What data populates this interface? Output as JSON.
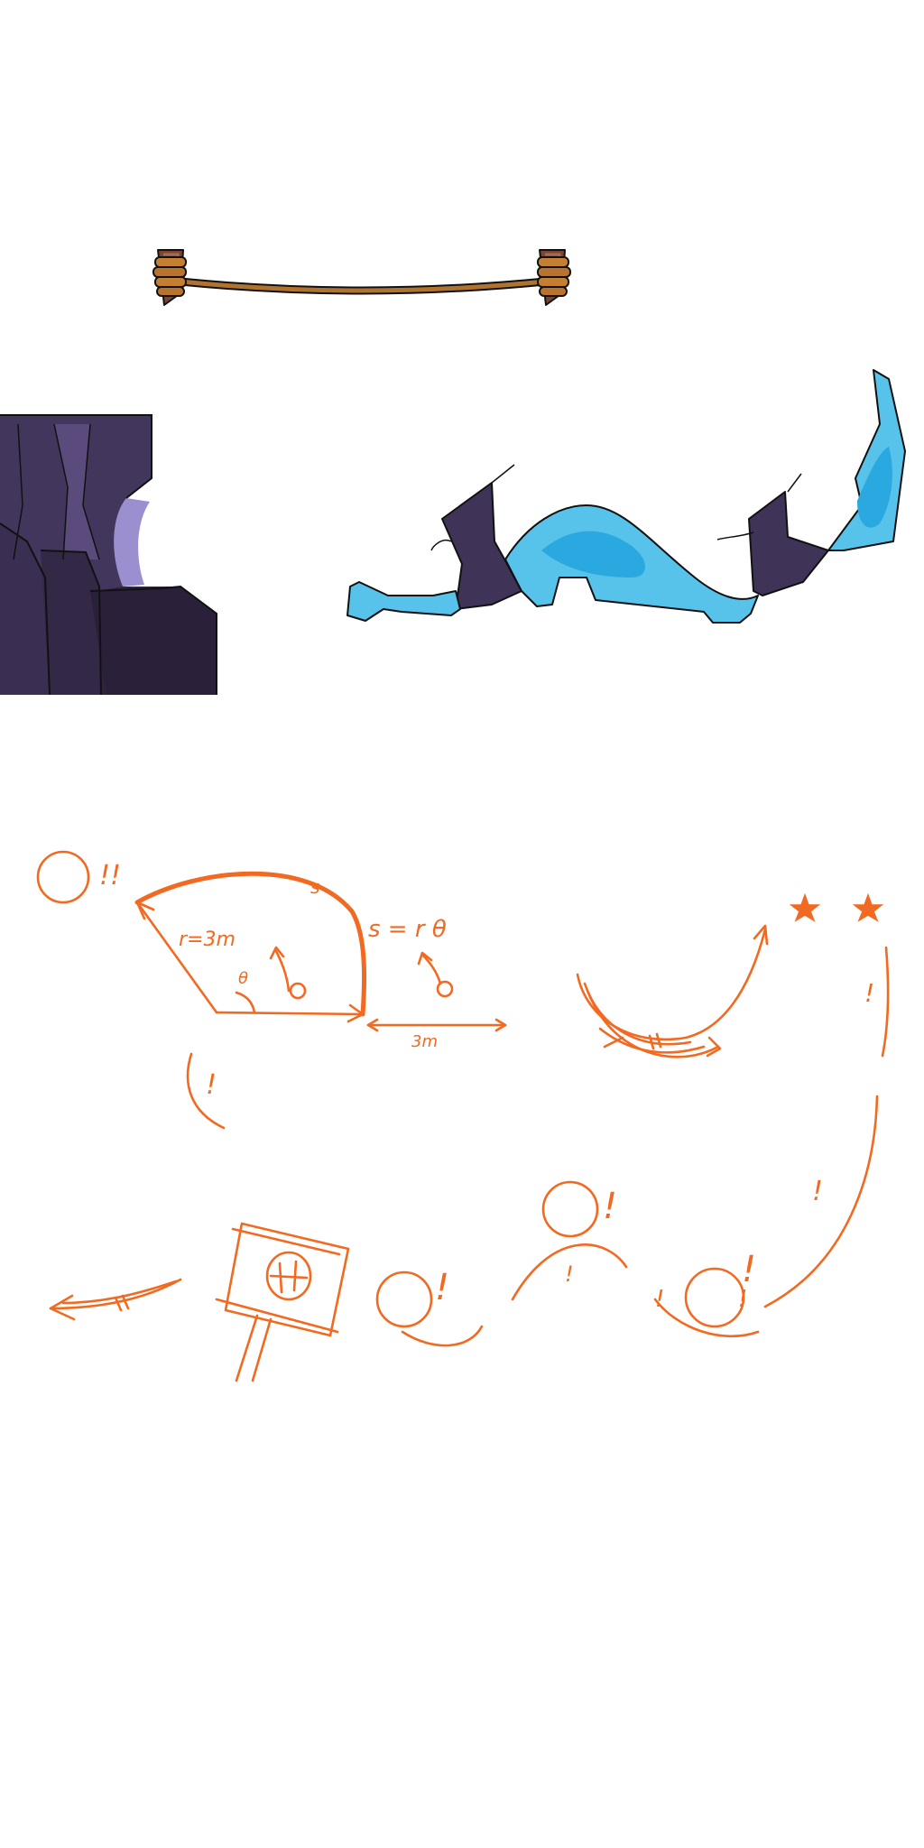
{
  "assets": {
    "rope_bridge": {
      "icon": "rope-bridge",
      "rope_color": "#b0722f",
      "post_color": "#7a4535"
    },
    "rock_cliff": {
      "icon": "purple-rock-cliff",
      "colors": [
        "#2e2440",
        "#43365c",
        "#6a5a8f",
        "#9b8fd0"
      ]
    },
    "ice_terrain": {
      "icon": "ice-rock-terrain",
      "colors": [
        "#58c3ea",
        "#2aa9e0",
        "#3f3357"
      ]
    }
  },
  "sketch": {
    "color": "#f26a21",
    "labels": {
      "arc": "s",
      "radius": "r=3m",
      "angle": "θ",
      "formula": "s = r θ",
      "distance": "3m"
    },
    "exclaim": {
      "top_left": "!!",
      "left": "!",
      "right_top": "!",
      "right_mid": "!",
      "ball_a": "!",
      "ball_b": "!",
      "ball_b_small": "!",
      "ball_c": "!",
      "ball_d_left": "!",
      "ball_d_right": "!"
    }
  }
}
